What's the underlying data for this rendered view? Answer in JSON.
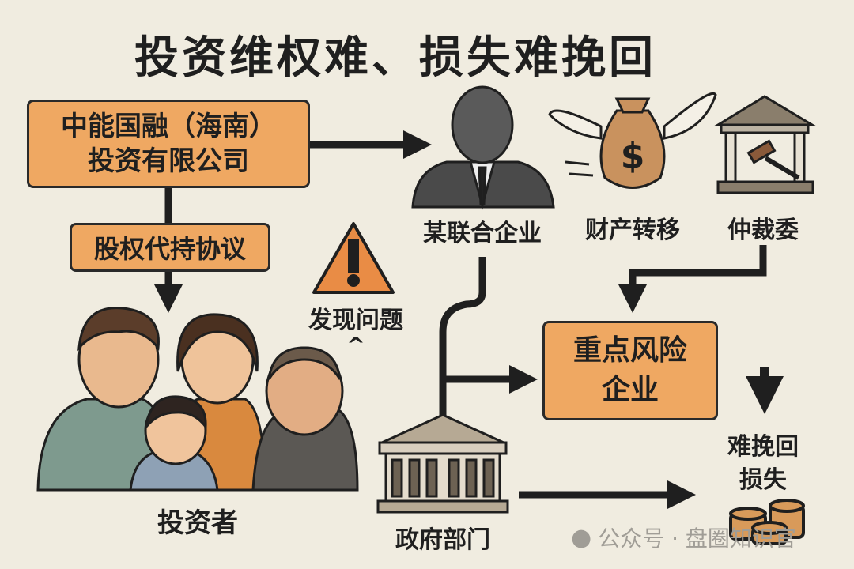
{
  "title": "投资维权难、损失难挽回",
  "nodes": {
    "company": {
      "line1": "中能国融（海南）",
      "line2": "投资有限公司"
    },
    "agreement": "股权代持协议",
    "investors": "投资者",
    "allied_enterprise": "某联合企业",
    "asset_transfer": "财产转移",
    "arbitration": "仲裁委",
    "problem_found": "发现问题",
    "caret": "^",
    "key_risk": {
      "line1": "重点风险",
      "line2": "企业"
    },
    "government": "政府部门",
    "loss": {
      "line1": "难挽回",
      "line2": "损失"
    }
  },
  "watermark": "公众号 · 盘圈知识官",
  "colors": {
    "background": "#f0ece0",
    "box": "#efa862",
    "ink": "#1f1f1f"
  }
}
